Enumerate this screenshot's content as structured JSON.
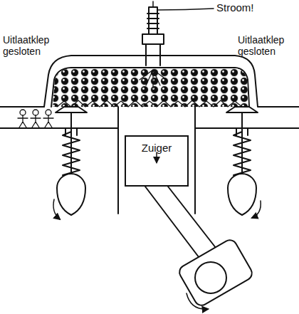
{
  "diagram": {
    "nodes": [
      {
        "text": [
          "Zuiger"
        ]
      }
    ],
    "labels": [
      "Stroom!",
      "Uitlaatklep gesloten",
      "Uitlaatklep gesloten"
    ]
  }
}
